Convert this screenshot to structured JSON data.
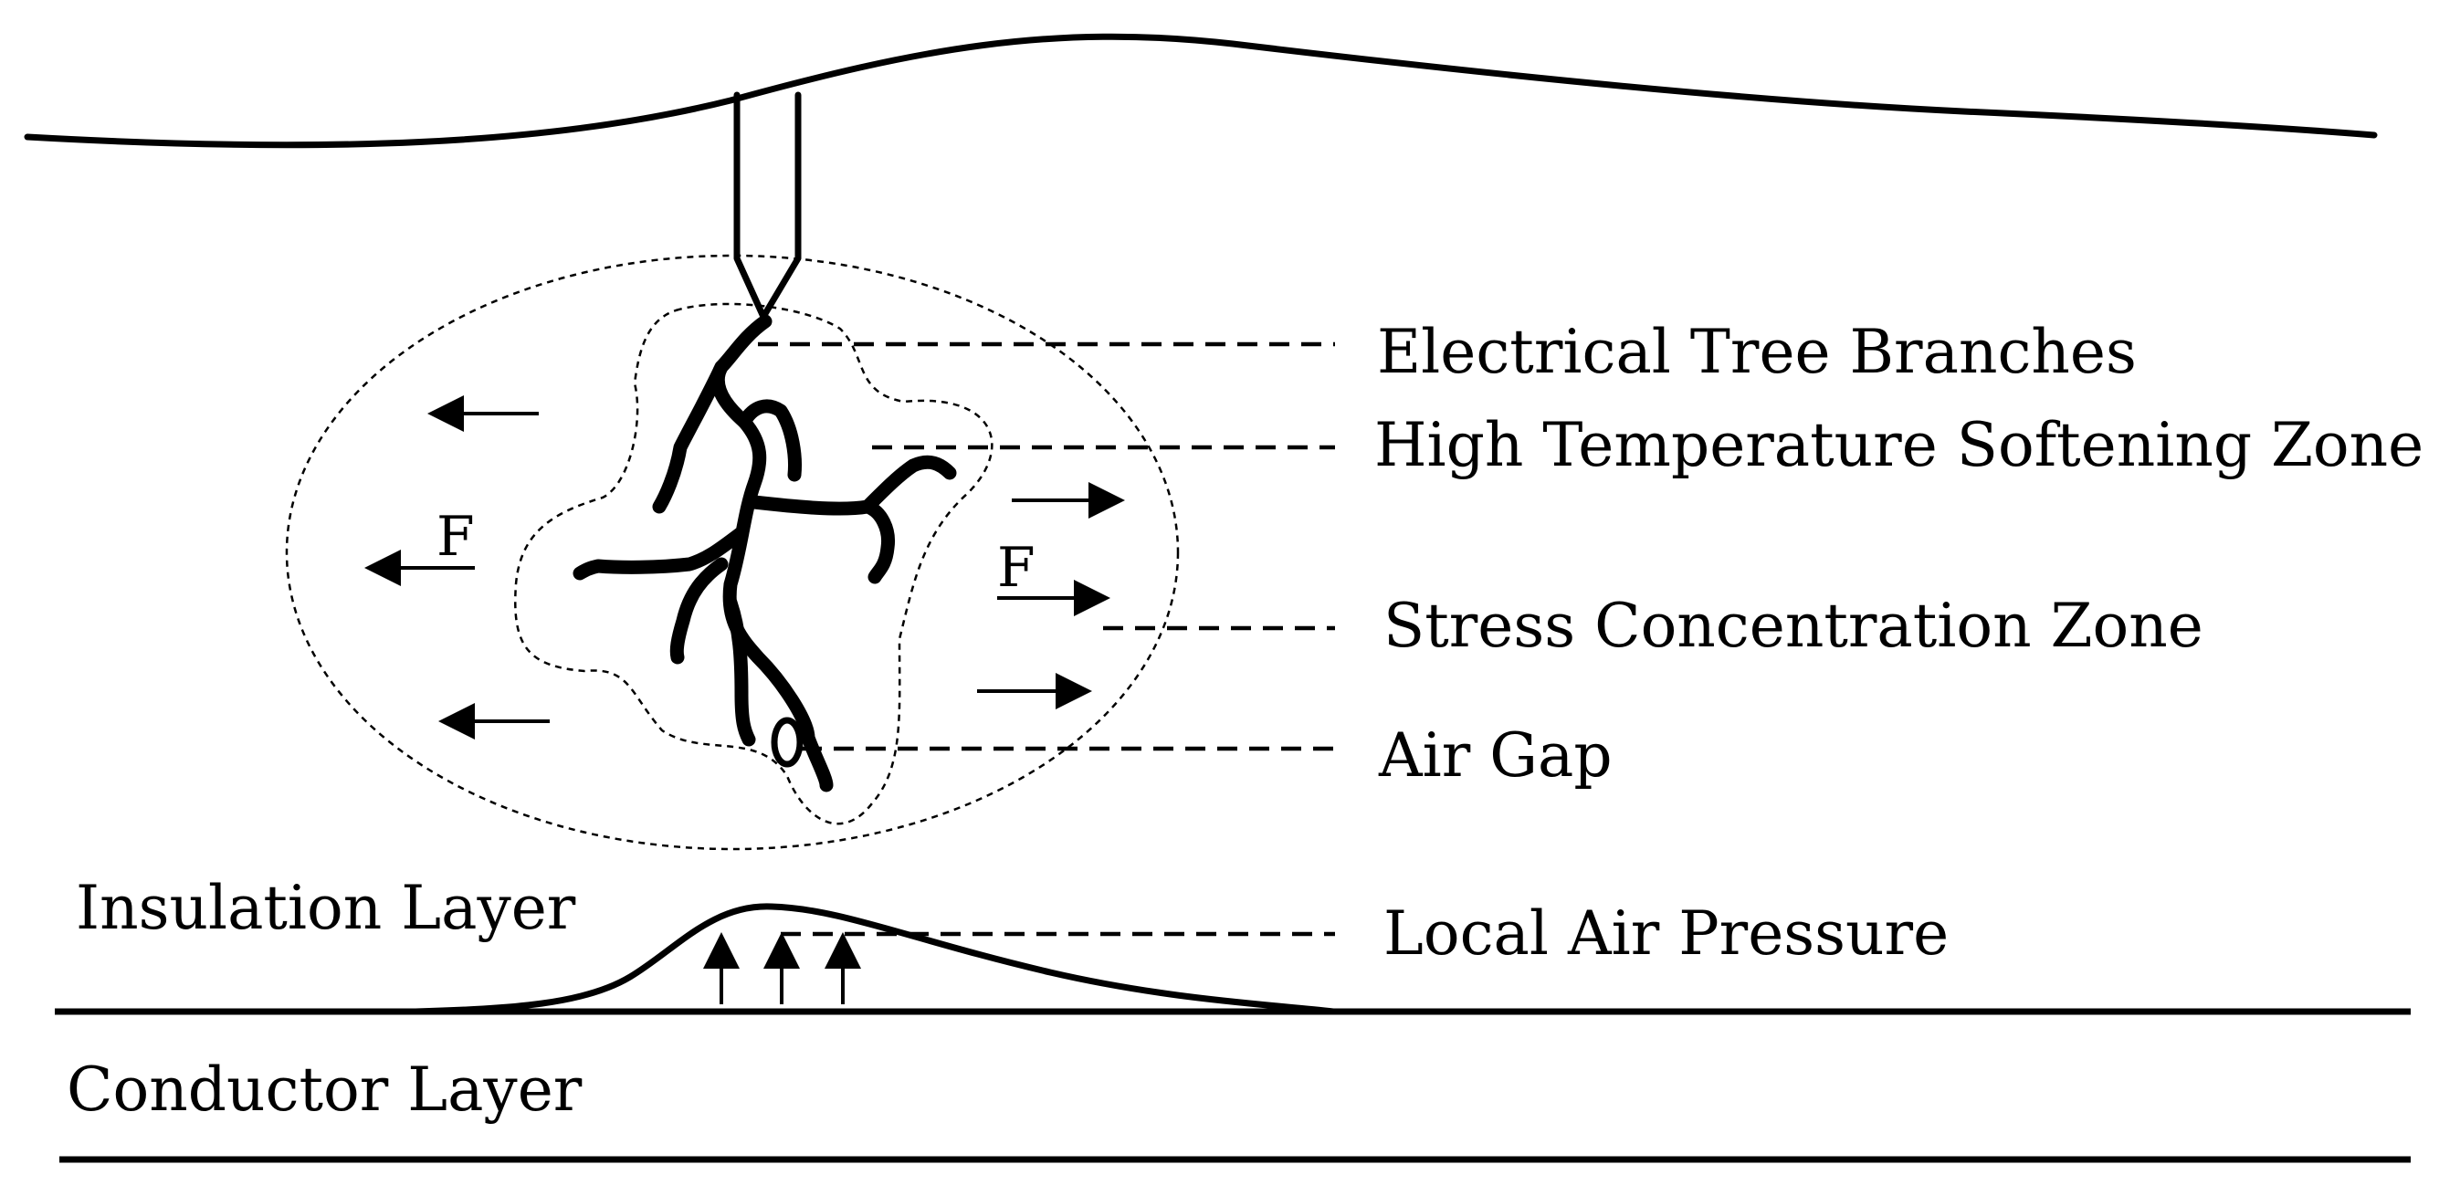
{
  "labels": {
    "tree_branches": "Electrical Tree Branches",
    "softening_zone": "High Temperature Softening Zone",
    "stress_zone": "Stress Concentration Zone",
    "air_gap": "Air Gap",
    "local_pressure": "Local Air Pressure",
    "insulation_layer": "Insulation Layer",
    "conductor_layer": "Conductor Layer",
    "force_left": "F",
    "force_right": "F"
  },
  "colors": {
    "line": "#000000",
    "background": "#ffffff"
  }
}
